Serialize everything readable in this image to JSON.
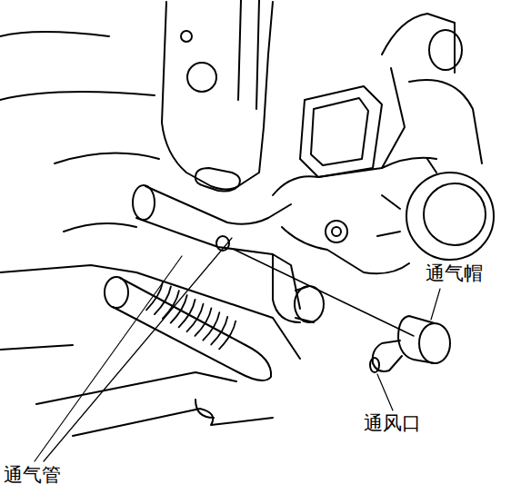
{
  "diagram": {
    "labels": [
      "通气帽",
      "通风口",
      "通气管"
    ]
  }
}
